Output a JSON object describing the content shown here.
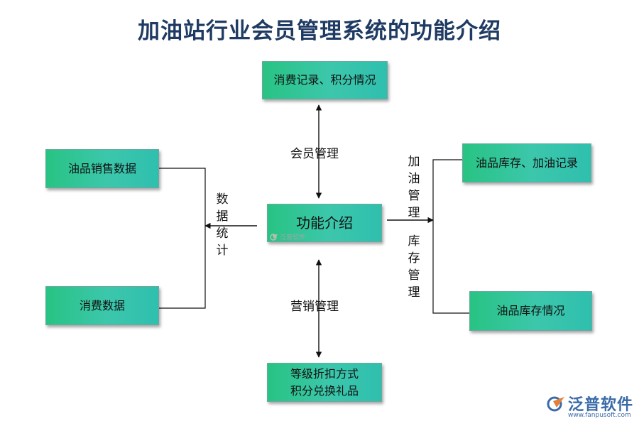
{
  "title": "加油站行业会员管理系统的功能介绍",
  "nodes": {
    "center": "功能介绍",
    "top": "消费记录、积分情况",
    "bottom": [
      "等级折扣方式",
      "积分兑换礼品"
    ],
    "left_top": "油品销售数据",
    "left_bottom": "消费数据",
    "right_top": "油品库存、加油记录",
    "right_bottom": "油品库存情况"
  },
  "edge_labels": {
    "top": "会员管理",
    "bottom": "营销管理",
    "left": "数据统计",
    "right_upper": "加油管理",
    "right_lower": "库存管理"
  },
  "watermark": {
    "small": "泛普软件"
  },
  "logo": {
    "text": "泛普软件",
    "url": "www.fanpusoft.com"
  }
}
